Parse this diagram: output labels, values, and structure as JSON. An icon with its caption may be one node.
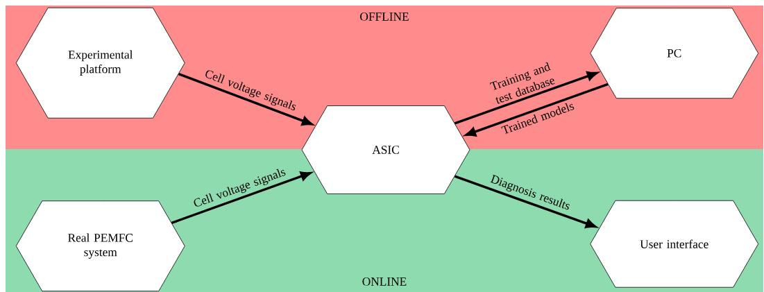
{
  "diagram": {
    "nodes": [
      {
        "text": [
          "OFFLINE"
        ]
      },
      {
        "text": [
          "Experimental platform"
        ],
        "in": 0
      },
      {
        "text": [
          "PC"
        ],
        "in": 0
      },
      {
        "text": [
          "ASIC"
        ]
      },
      {
        "text": [
          "ONLINE"
        ]
      },
      {
        "text": [
          "Real PEMFC system"
        ],
        "in": 4
      },
      {
        "text": [
          "User interface"
        ],
        "in": 4
      }
    ],
    "edges": [
      {
        "from": 1,
        "to": 3,
        "arrow": "to",
        "label": "Cell voltage signals"
      },
      {
        "from": 3,
        "to": 2,
        "arrow": "to",
        "label": "Training and test database"
      },
      {
        "from": 2,
        "to": 3,
        "arrow": "to",
        "label": "Trained models"
      },
      {
        "from": 5,
        "to": 3,
        "arrow": "to",
        "label": "Cell voltage signals"
      },
      {
        "from": 3,
        "to": 6,
        "arrow": "to",
        "label": "Diagnosis results"
      }
    ]
  }
}
